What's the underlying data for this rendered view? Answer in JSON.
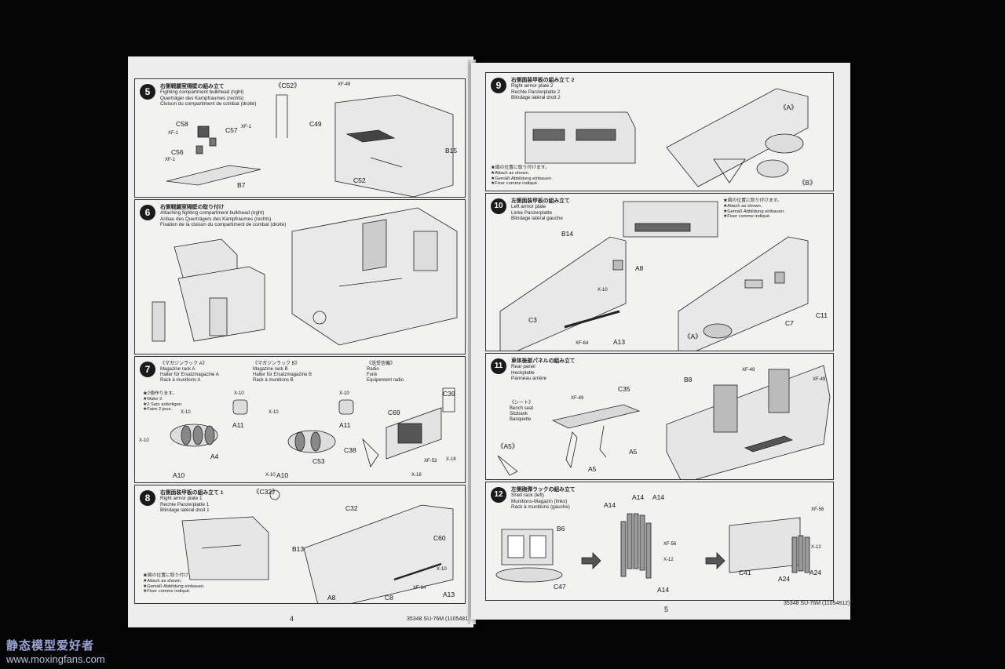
{
  "left_page": {
    "page_number": "4",
    "footer": "35348  SU-76M (11054812)",
    "step5": {
      "number": "5",
      "titles": [
        "右側戦闘室隔壁の組み立て",
        "Fighting compartment bulkhead (right)",
        "Querträger des Kampfraumes (rechts)",
        "Cloison du compartiment de combat (droite)"
      ],
      "inset": "《C52》",
      "labels": [
        "C58",
        "C57",
        "XF-1",
        "XF-1",
        "C56",
        "XF-1",
        "B7",
        "XF-49",
        "C49",
        "C52",
        "B15"
      ]
    },
    "step6": {
      "number": "6",
      "titles": [
        "右側戦闘室隔壁の取り付け",
        "Attaching fighting compartment bulkhead (right)",
        "Anbau des Querträgers des Kampfraumes (rechts)",
        "Fixation de la cloison du compartiment de combat (droite)"
      ]
    },
    "step7": {
      "number": "7",
      "subs": [
        [
          "《マガジンラック A》",
          "Magazine rack A",
          "Halter für Ersatzmagazine A",
          "Rack à munitions A"
        ],
        [
          "《マガジンラック B》",
          "Magazine rack B",
          "Halter für Ersatzmagazine B",
          "Rack à munitions B"
        ],
        [
          "《送受信機》",
          "Radio",
          "Funk",
          "Equipement radio"
        ]
      ],
      "note": [
        "★2個作ります。",
        "★Make 2.",
        "★2 Satz anfertigen.",
        "★Faire 2 jeux."
      ],
      "labels": [
        "X-10",
        "X-10",
        "X-10",
        "A11",
        "A4",
        "A10",
        "X-10",
        "X-10",
        "A11",
        "C53",
        "A10",
        "X-10",
        "C69",
        "C39",
        "C38",
        "X-18",
        "XF-53",
        "X-18"
      ]
    },
    "step8": {
      "number": "8",
      "titles": [
        "右側面装甲板の組み立て 1",
        "Right armor plate 1",
        "Rechte Panzerplatte 1",
        "Blindage latéral droit 1"
      ],
      "inset": "《C32》",
      "note": [
        "★図の位置に取り付けます。",
        "★Attach as shown.",
        "★Gemäß Abbildung einbauen.",
        "★Fixer comme indiqué."
      ],
      "labels": [
        "C32",
        "C60",
        "B13",
        "X-10",
        "XF-64",
        "A13",
        "A8",
        "C8"
      ]
    }
  },
  "right_page": {
    "page_number": "5",
    "footer": "35348  SU-76M (11054812)",
    "step9": {
      "number": "9",
      "titles": [
        "右側面装甲板の組み立て 2",
        "Right armor plate 2",
        "Rechte Panzerplatte 2",
        "Blindage latéral droit 2"
      ],
      "note": [
        "★図の位置に取り付けます。",
        "★Attach as shown.",
        "★Gemäß Abbildung einbauen.",
        "★Fixer comme indiqué."
      ],
      "labels": [
        "《A》",
        "《B》"
      ]
    },
    "step10": {
      "number": "10",
      "titles": [
        "左側面装甲板の組み立て",
        "Left armor plate",
        "Linke Panzerplatte",
        "Blindage latéral gauche"
      ],
      "note": [
        "★図の位置に取り付けます。",
        "★Attach as shown.",
        "★Gemäß Abbildung einbauen.",
        "★Fixer comme indiqué."
      ],
      "labels": [
        "B14",
        "A8",
        "X-10",
        "C3",
        "XF-64",
        "A13",
        "C7",
        "C11",
        "《A》"
      ]
    },
    "step11": {
      "number": "11",
      "titles": [
        "車体後部パネルの組み立て",
        "Rear panel",
        "Heckplatte",
        "Panneau arrière"
      ],
      "sub": [
        "《シート》",
        "Bench seat",
        "Sitzbank",
        "Banquette"
      ],
      "labels": [
        "C35",
        "XF-49",
        "A5",
        "A5",
        "《A5》",
        "B8",
        "XF-49",
        "XF-49"
      ]
    },
    "step12": {
      "number": "12",
      "titles": [
        "左側砲弾ラックの組み立て",
        "Shell rack (left)",
        "Munitions-Magazin (links)",
        "Rack à munitions (gauche)"
      ],
      "labels": [
        "B6",
        "C47",
        "A14",
        "A14",
        "A14",
        "XF-56",
        "X-12",
        "A14",
        "XF-56",
        "X-12",
        "C41",
        "A24",
        "A24"
      ]
    }
  },
  "watermark": {
    "title": "静态模型爱好者",
    "url": "www.moxingfans.com"
  },
  "colors": {
    "background": "#050505",
    "paper": "#ecedec",
    "ink": "#1a1a1a",
    "watermark": "#9aa6d6"
  }
}
